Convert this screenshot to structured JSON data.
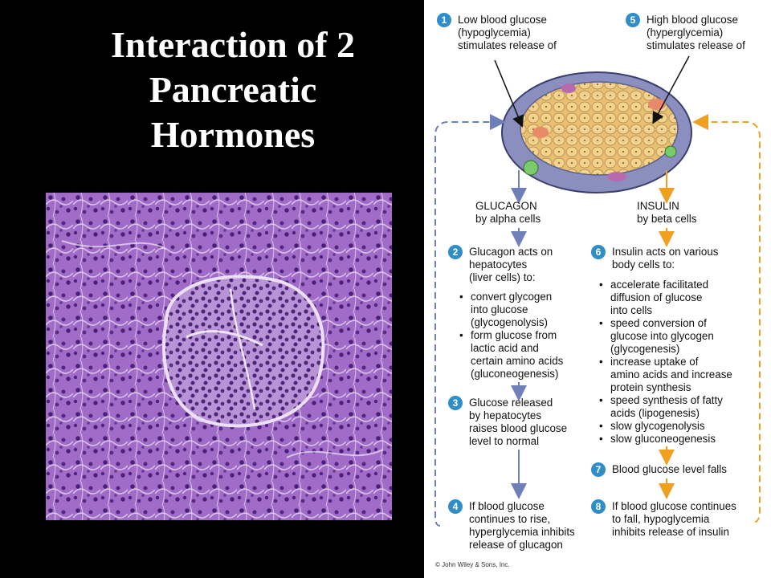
{
  "slide": {
    "title_lines": [
      "Interaction of 2",
      "Pancreatic",
      "Hormones"
    ]
  },
  "colors": {
    "background": "#000000",
    "step_blue": "#2f8dc8",
    "glucagon_path": "#6f7fb8",
    "insulin_path": "#f0a020",
    "histology_purple": "#9a5cc0"
  },
  "diagram": {
    "steps": [
      {
        "num": "1",
        "lines": [
          "Low blood glucose",
          "(hypoglycemia)",
          "stimulates release of"
        ]
      },
      {
        "num": "5",
        "lines": [
          "High blood glucose",
          "(hyperglycemia)",
          "stimulates release of"
        ]
      },
      {
        "num": "2",
        "lines": [
          "Glucagon acts on",
          "hepatocytes",
          "(liver cells) to:"
        ],
        "bullets": [
          [
            "convert glycogen",
            "into glucose",
            "(glycogenolysis)"
          ],
          [
            "form glucose from",
            "lactic acid and",
            "certain amino acids",
            "(gluconeogenesis)"
          ]
        ]
      },
      {
        "num": "3",
        "lines": [
          "Glucose released",
          "by hepatocytes",
          "raises blood glucose",
          "level to normal"
        ]
      },
      {
        "num": "4",
        "lines": [
          "If blood glucose",
          "continues to rise,",
          "hyperglycemia inhibits",
          "release of glucagon"
        ]
      },
      {
        "num": "6",
        "lines": [
          "Insulin acts on various",
          "body cells to:"
        ],
        "bullets": [
          [
            "accelerate facilitated",
            "diffusion of glucose",
            "into cells"
          ],
          [
            "speed conversion of",
            "glucose into glycogen",
            "(glycogenesis)"
          ],
          [
            "increase uptake of",
            "amino acids and increase",
            "protein synthesis"
          ],
          [
            "speed synthesis of fatty",
            "acids (lipogenesis)"
          ],
          [
            "slow glycogenolysis"
          ],
          [
            "slow gluconeogenesis"
          ]
        ]
      },
      {
        "num": "7",
        "lines": [
          "Blood glucose level falls"
        ]
      },
      {
        "num": "8",
        "lines": [
          "If blood glucose continues",
          "to fall, hypoglycemia",
          "inhibits release of insulin"
        ]
      }
    ],
    "hormones": [
      {
        "lines": [
          "GLUCAGON",
          "by alpha cells"
        ]
      },
      {
        "lines": [
          "INSULIN",
          "by beta cells"
        ]
      }
    ],
    "copyright": "© John Wiley & Sons, Inc."
  }
}
